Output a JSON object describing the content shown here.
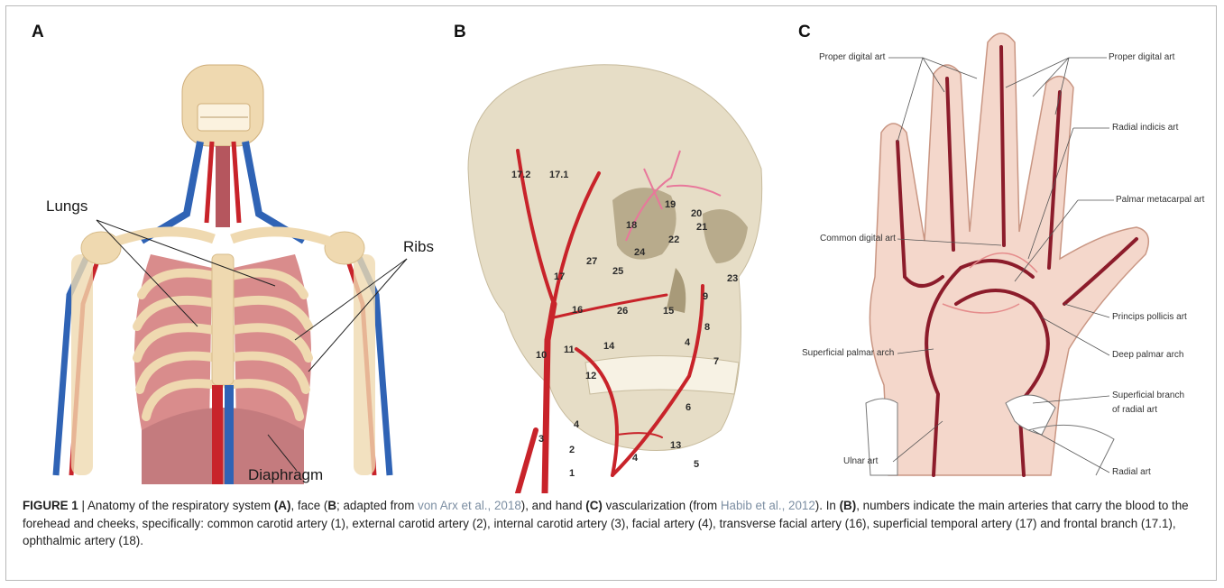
{
  "panels": {
    "a": {
      "letter": "A",
      "labels": {
        "lungs": "Lungs",
        "ribs": "Ribs",
        "diaphragm": "Diaphragm"
      }
    },
    "b": {
      "letter": "B",
      "numbers": [
        "17.2",
        "17.1",
        "19",
        "20",
        "21",
        "22",
        "18",
        "24",
        "27",
        "25",
        "17",
        "23",
        "9",
        "16",
        "26",
        "15",
        "8",
        "10",
        "11",
        "14",
        "4",
        "7",
        "12",
        "6",
        "3",
        "4",
        "2",
        "4",
        "13",
        "5",
        "1"
      ]
    },
    "c": {
      "letter": "C",
      "labels": {
        "proper_digital_left": "Proper digital art",
        "proper_digital_right": "Proper digital art",
        "radial_indicis": "Radial indicis art",
        "palmar_metacarpal": "Palmar metacarpal art",
        "common_digital": "Common digital art",
        "princeps_pollicis": "Princips pollicis art",
        "superficial_palmar_arch": "Superficial palmar arch",
        "deep_palmar_arch": "Deep palmar arch",
        "superficial_branch_1": "Superficial branch",
        "superficial_branch_2": "of radial art",
        "ulnar": "Ulnar art",
        "radial": "Radial art"
      }
    }
  },
  "caption": {
    "figure_label": "FIGURE 1",
    "sep": " | ",
    "t1": "Anatomy of the respiratory system ",
    "a": "(A)",
    "t2": ", face (",
    "b": "B",
    "t3": "; adapted from ",
    "ref1": "von Arx et al., 2018",
    "t4": "), and hand ",
    "c": "(C)",
    "t5": " vascularization (from ",
    "ref2": "Habib et al., 2012",
    "t6": "). In ",
    "b2": "(B)",
    "t7": ", numbers indicate the main arteries that carry the blood to the forehead and cheeks, specifically: common carotid artery (1), external carotid artery (2), internal carotid artery (3), facial artery (4), transverse facial artery (16), superficial temporal artery (17) and frontal branch (17.1), ophthalmic artery (18)."
  },
  "colors": {
    "artery": "#c8232a",
    "vein": "#2f63b5",
    "bone": "#efd9b0",
    "lung": "#d98c8c",
    "skin": "#f4d7cb",
    "hand_artery": "#8c1c2b"
  }
}
